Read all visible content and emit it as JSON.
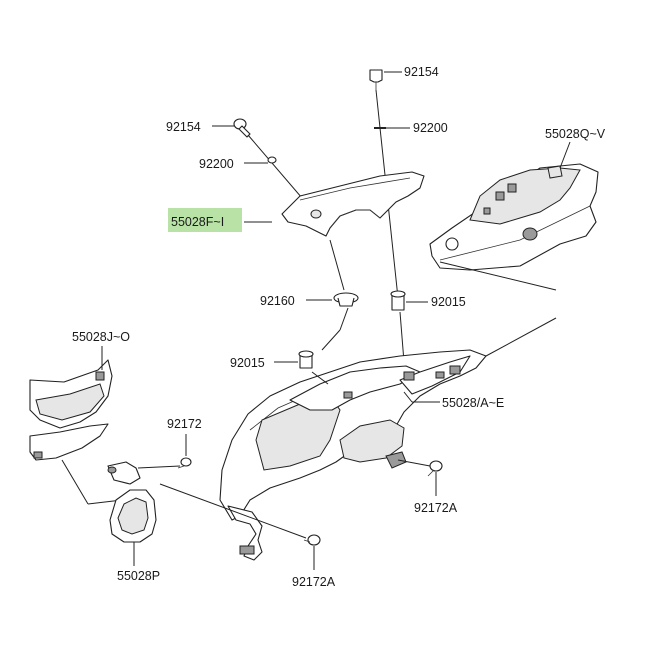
{
  "highlight_color": "#b9e3a6",
  "labels": {
    "p92154_top": "92154",
    "p92200_top": "92200",
    "p55028qv": "55028Q~V",
    "p92154_left": "92154",
    "p92200_left": "92200",
    "p55028fi": "55028F~I",
    "p92160": "92160",
    "p92015_right": "92015",
    "p55028jo": "55028J~O",
    "p92015_left": "92015",
    "p55028ae": "55028/A~E",
    "p92172": "92172",
    "p92172a_right": "92172A",
    "p55028p": "55028P",
    "p92172a_bottom": "92172A"
  }
}
